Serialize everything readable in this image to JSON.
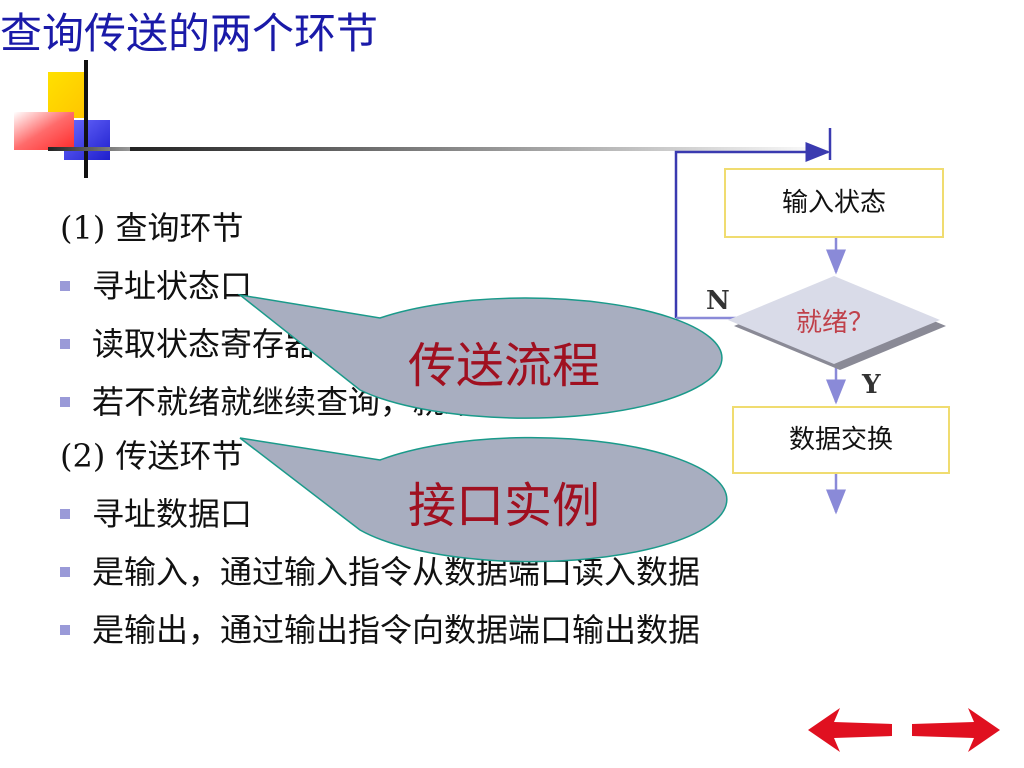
{
  "slide": {
    "title": "查询传送的两个环节",
    "lines": [
      "(1) 查询环节",
      "寻址状态口",
      "读取状态寄存器的标志位",
      "若不就绪就继续查询，就绪则",
      "(2) 传送环节",
      "寻址数据口",
      "是输入，通过输入指令从数据端口读入数据",
      "是输出，通过输出指令向数据端口输出数据"
    ]
  },
  "callouts": {
    "flow": "传送流程",
    "example": "接口实例"
  },
  "flowchart": {
    "input_status": "输入状态",
    "ready": "就绪？",
    "no": "N",
    "yes": "Y",
    "exchange": "数据交换"
  },
  "nav": {
    "prev_icon": "left-arrow-icon",
    "next_icon": "right-arrow-icon"
  },
  "colors": {
    "title": "#1a1aa8",
    "bullet": "#9a9ad8",
    "callout_fill": "#a8aec0",
    "callout_text": "#a01020",
    "flow_line": "#3a3ab0",
    "box_border": "#f0dc70",
    "nav_arrow": "#e01020"
  }
}
